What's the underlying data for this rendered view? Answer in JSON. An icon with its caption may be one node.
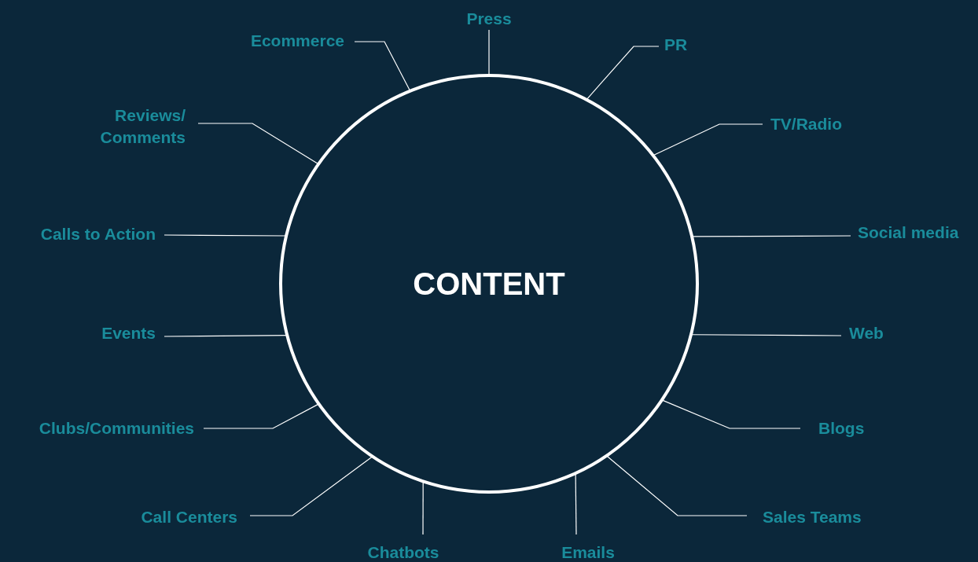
{
  "diagram": {
    "nodes": [
      {
        "text": [
          "CONTENT"
        ]
      },
      {
        "text": [
          "Press"
        ]
      },
      {
        "text": [
          "PR"
        ]
      },
      {
        "text": [
          "TV/Radio"
        ]
      },
      {
        "text": [
          "Social media"
        ]
      },
      {
        "text": [
          "Web"
        ]
      },
      {
        "text": [
          "Blogs"
        ]
      },
      {
        "text": [
          "Sales Teams"
        ]
      },
      {
        "text": [
          "Emails"
        ]
      },
      {
        "text": [
          "Chatbots"
        ]
      },
      {
        "text": [
          "Call Centers"
        ]
      },
      {
        "text": [
          "Clubs/Communities"
        ]
      },
      {
        "text": [
          "Events"
        ]
      },
      {
        "text": [
          "Calls to Action"
        ]
      },
      {
        "text": [
          "Reviews/ Comments"
        ]
      },
      {
        "text": [
          "Ecommerce"
        ]
      }
    ],
    "edges": [
      {
        "from": 1,
        "to": 0,
        "arrow": "none"
      },
      {
        "from": 2,
        "to": 0,
        "arrow": "none"
      },
      {
        "from": 3,
        "to": 0,
        "arrow": "none"
      },
      {
        "from": 4,
        "to": 0,
        "arrow": "none"
      },
      {
        "from": 5,
        "to": 0,
        "arrow": "none"
      },
      {
        "from": 6,
        "to": 0,
        "arrow": "none"
      },
      {
        "from": 7,
        "to": 0,
        "arrow": "none"
      },
      {
        "from": 8,
        "to": 0,
        "arrow": "none"
      },
      {
        "from": 9,
        "to": 0,
        "arrow": "none"
      },
      {
        "from": 10,
        "to": 0,
        "arrow": "none"
      },
      {
        "from": 11,
        "to": 0,
        "arrow": "none"
      },
      {
        "from": 12,
        "to": 0,
        "arrow": "none"
      },
      {
        "from": 13,
        "to": 0,
        "arrow": "none"
      },
      {
        "from": 14,
        "to": 0,
        "arrow": "none"
      },
      {
        "from": 15,
        "to": 0,
        "arrow": "none"
      }
    ]
  }
}
